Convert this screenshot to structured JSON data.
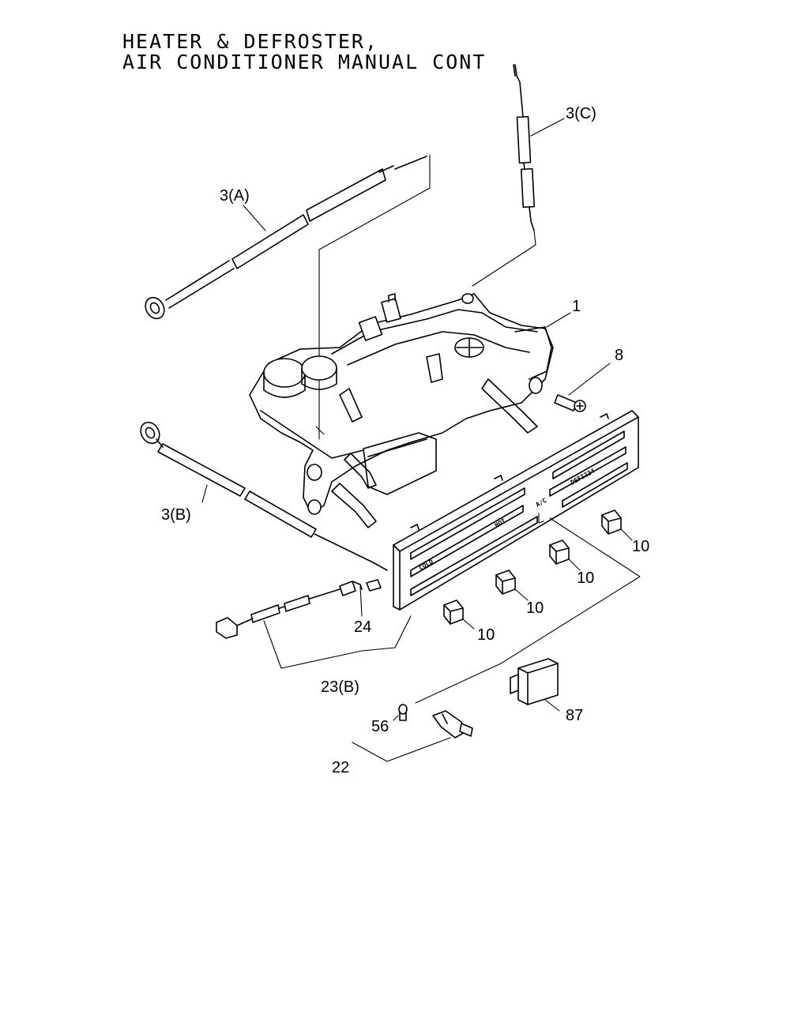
{
  "title": {
    "line1": "HEATER & DEFROSTER,",
    "line2": "AIR CONDITIONER MANUAL CONT"
  },
  "panel_text": {
    "cold": "COLD",
    "hot": "HOT",
    "ac": "A/C",
    "defi": "DEFI234"
  },
  "callouts": {
    "c3a": "3(A)",
    "c3b": "3(B)",
    "c3c": "3(C)",
    "c1": "1",
    "c8": "8",
    "c10a": "10",
    "c10b": "10",
    "c10c": "10",
    "c10d": "10",
    "c24": "24",
    "c23b": "23(B)",
    "c56": "56",
    "c22": "22",
    "c87": "87"
  }
}
